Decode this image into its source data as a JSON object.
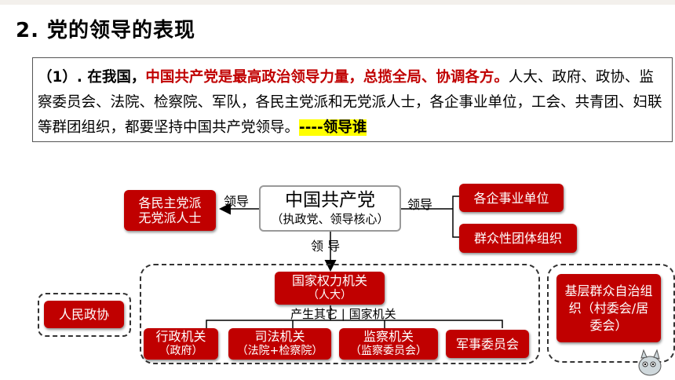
{
  "title": "2. 党的领导的表现",
  "paragraph": {
    "prefix": "（1）. 在我国，",
    "highlight_red": "中国共产党是最高政治领导力量，总揽全局、协调各方。",
    "body": "人大、政府、政协、监察委员会、法院、检察院、军队，各民主党派和无党派人士，各企事业单位，工会、共青团、妇联等群团组织，都要坚持中国共产党领导。",
    "tag": "----领导谁"
  },
  "diagram": {
    "core": {
      "main": "中国共产党",
      "sub": "（执政党、领导核心）"
    },
    "left_label": "领导",
    "left_box": "各民主党派\n无党派人士",
    "right_label": "领导",
    "right_boxes": [
      "各企事业单位",
      "群众性团体组织"
    ],
    "down_label": "领 导",
    "npc": {
      "main": "国家权力机关",
      "sub": "（人大）"
    },
    "produce_label": "产生其它 | 国家机关",
    "state_organs": [
      {
        "main": "行政机关",
        "sub": "（政府）"
      },
      {
        "main": "司法机关",
        "sub": "（法院+检察院）"
      },
      {
        "main": "监察机关",
        "sub": "（监察委员会）"
      },
      {
        "main": "军事委员会",
        "sub": ""
      }
    ],
    "cppcc": "人民政协",
    "grassroots": "基层群众自治组织（村委会/居委会）"
  },
  "colors": {
    "accent": "#c00000",
    "highlight": "#ffff00"
  }
}
